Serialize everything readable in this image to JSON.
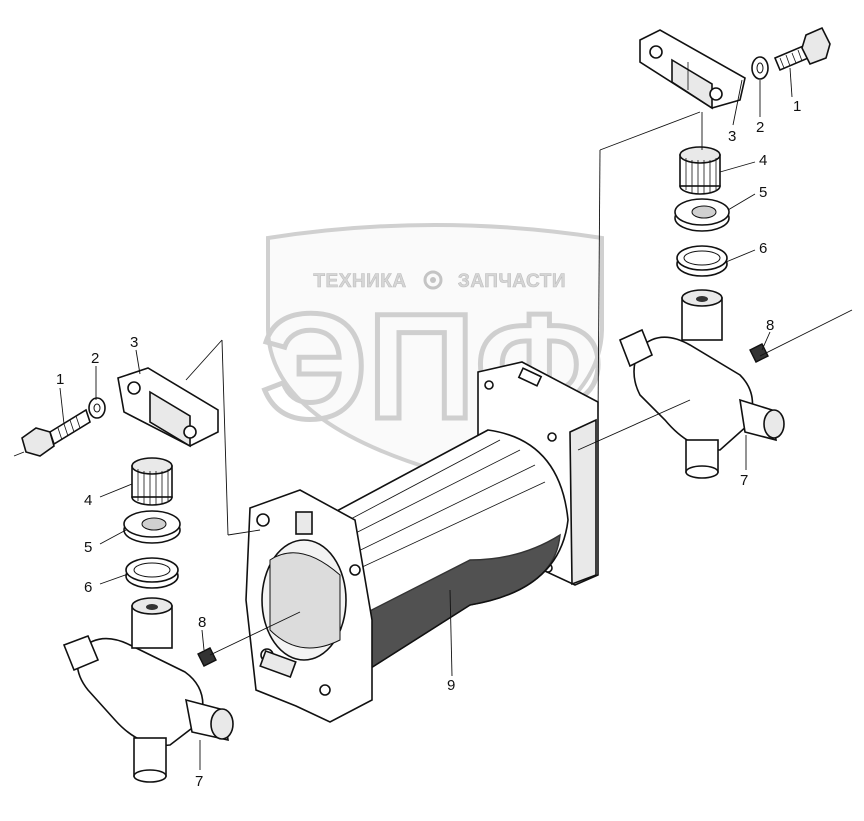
{
  "watermark": {
    "line1_left": "ТЕХНИКА",
    "line1_right": "ЗАПЧАСТИ",
    "logo": "ЭПФ"
  },
  "callouts": {
    "bolt_upper": "1",
    "washer_upper": "2",
    "cap_upper": "3",
    "bearing_upper": "4",
    "ring_upper": "5",
    "seal_upper": "6",
    "fitting_upper": "8",
    "cross_upper": "7",
    "bolt_lower": "1",
    "washer_lower": "2",
    "cap_lower": "3",
    "bearing_lower": "4",
    "ring_lower": "5",
    "seal_lower": "6",
    "fitting_lower": "8",
    "cross_lower": "7",
    "housing": "9"
  }
}
